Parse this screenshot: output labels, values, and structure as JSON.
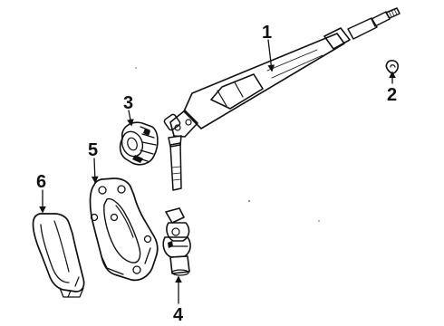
{
  "diagram": {
    "type": "exploded-parts-diagram",
    "callouts": [
      {
        "id": 1,
        "text": "1"
      },
      {
        "id": 2,
        "text": "2"
      },
      {
        "id": 3,
        "text": "3"
      },
      {
        "id": 4,
        "text": "4"
      },
      {
        "id": 5,
        "text": "5"
      },
      {
        "id": 6,
        "text": "6"
      }
    ]
  }
}
